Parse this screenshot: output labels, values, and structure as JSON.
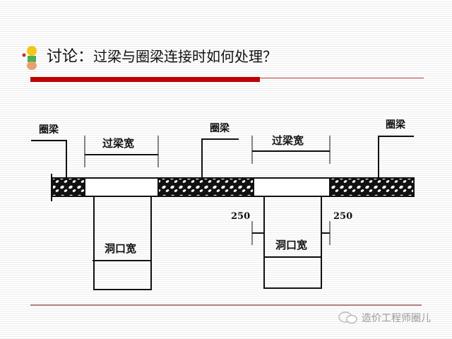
{
  "title": {
    "prefix": "讨论：",
    "question": "过梁与圈梁连接时如何处理？"
  },
  "diagram": {
    "ring_beam_label": "圈梁",
    "lintel_width_label": "过梁宽",
    "opening_width_label": "洞口宽",
    "offset_label": "250"
  },
  "watermark": {
    "text": "造价工程师圈儿",
    "icon": "wechat-icon"
  },
  "colors": {
    "accent": "#c00000"
  }
}
